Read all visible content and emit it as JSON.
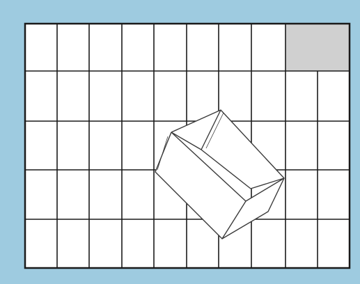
{
  "colors": {
    "background": "#9ecbe0",
    "grid_fill": "#ffffff",
    "grid_line": "#1a1a1a",
    "shaded_cell": "#d0d0d0",
    "box_line": "#3a3a3a",
    "box_fill": "#ffffff"
  },
  "grid": {
    "rows": 5,
    "columns": 10,
    "shaded_cells": [
      {
        "row": 0,
        "col": 8
      },
      {
        "row": 0,
        "col": 9
      }
    ]
  },
  "objects": {
    "box": "open-box-icon"
  }
}
